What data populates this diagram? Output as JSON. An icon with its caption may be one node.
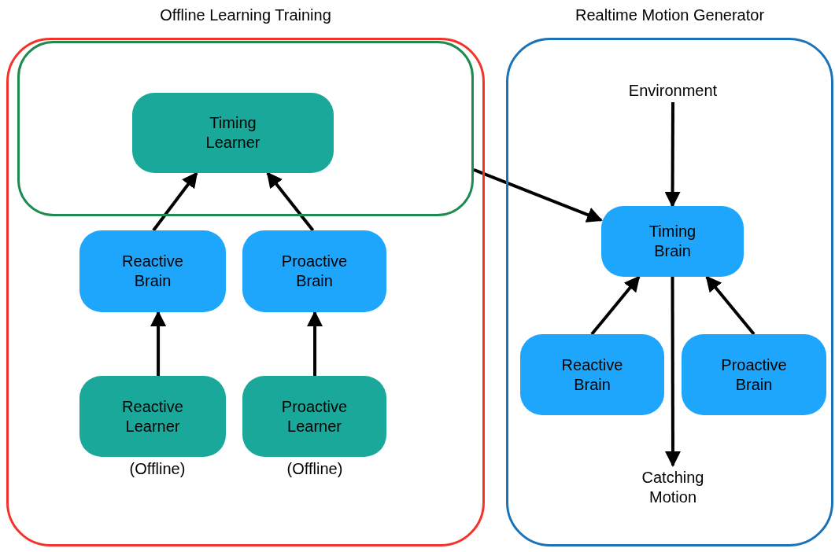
{
  "diagram": {
    "nodes": [
      {
        "text": [
          "Offline Learning Training"
        ]
      },
      {
        "text": [],
        "shape": "box",
        "in": 0
      },
      {
        "text": [
          "Timing Learner"
        ],
        "in": 1
      },
      {
        "text": [
          "Reactive Brain"
        ],
        "in": 0
      },
      {
        "text": [
          "Proactive Brain"
        ],
        "in": 0
      },
      {
        "text": [
          "Reactive Learner"
        ],
        "in": 0,
        "beside": [
          "(Offline)"
        ]
      },
      {
        "text": [
          "Proactive Learner"
        ],
        "in": 0,
        "beside": [
          "(Offline)"
        ]
      },
      {
        "text": [
          "Realtime Motion Generator"
        ]
      },
      {
        "text": [
          "Environment"
        ],
        "in": 7
      },
      {
        "text": [
          "Timing Brain"
        ],
        "in": 7
      },
      {
        "text": [
          "Reactive Brain"
        ],
        "in": 7
      },
      {
        "text": [
          "Proactive Brain"
        ],
        "in": 7
      },
      {
        "text": [
          "Catching Motion"
        ],
        "in": 7
      }
    ],
    "edges": [
      {
        "from": 3,
        "to": 2,
        "arrow": "to"
      },
      {
        "from": 4,
        "to": 2,
        "arrow": "to"
      },
      {
        "from": 5,
        "to": 3,
        "arrow": "to"
      },
      {
        "from": 6,
        "to": 4,
        "arrow": "to"
      },
      {
        "from": 1,
        "to": 9,
        "arrow": "to"
      },
      {
        "from": 8,
        "to": 9,
        "arrow": "to"
      },
      {
        "from": 10,
        "to": 9,
        "arrow": "to"
      },
      {
        "from": 11,
        "to": 9,
        "arrow": "to"
      },
      {
        "from": 9,
        "to": 12,
        "arrow": "to"
      }
    ]
  }
}
